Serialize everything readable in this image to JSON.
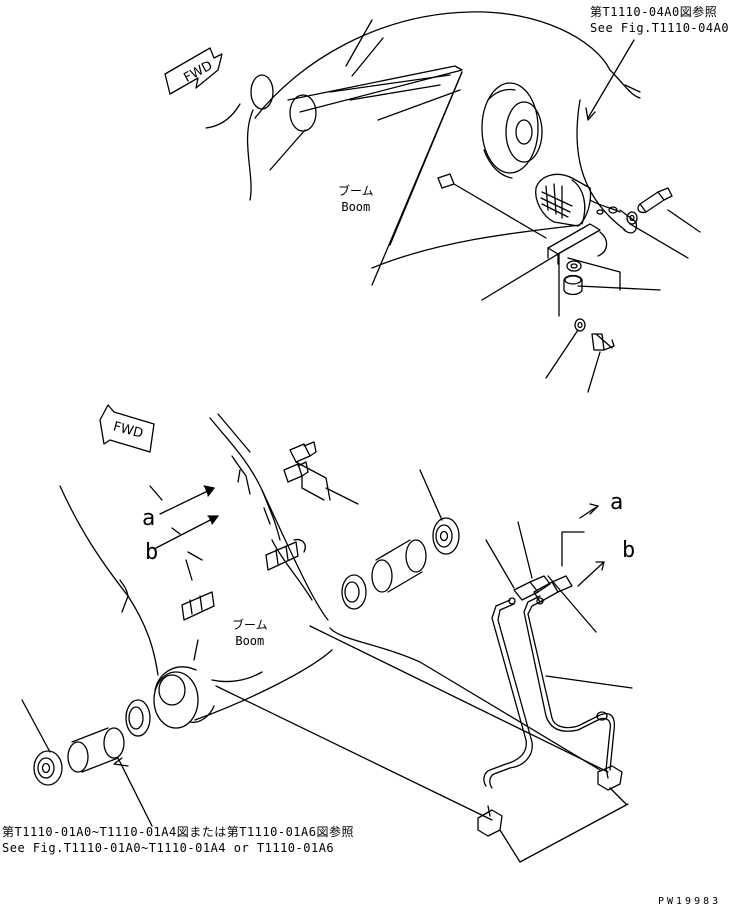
{
  "references": {
    "top_jp": "第T1110-04A0図参照",
    "top_en": "See Fig.T1110-04A0",
    "bottom_jp": "第T1110-01A0~T1110-01A4図または第T1110-01A6図参照",
    "bottom_en": "See Fig.T1110-01A0~T1110-01A4 or T1110-01A6"
  },
  "labels": {
    "boom_jp": "ブーム",
    "boom_en": "Boom",
    "fwd": "FWD",
    "letter_a": "a",
    "letter_b": "b"
  },
  "figure_id": "PW19983",
  "colors": {
    "line": "#000000",
    "background": "#ffffff"
  }
}
